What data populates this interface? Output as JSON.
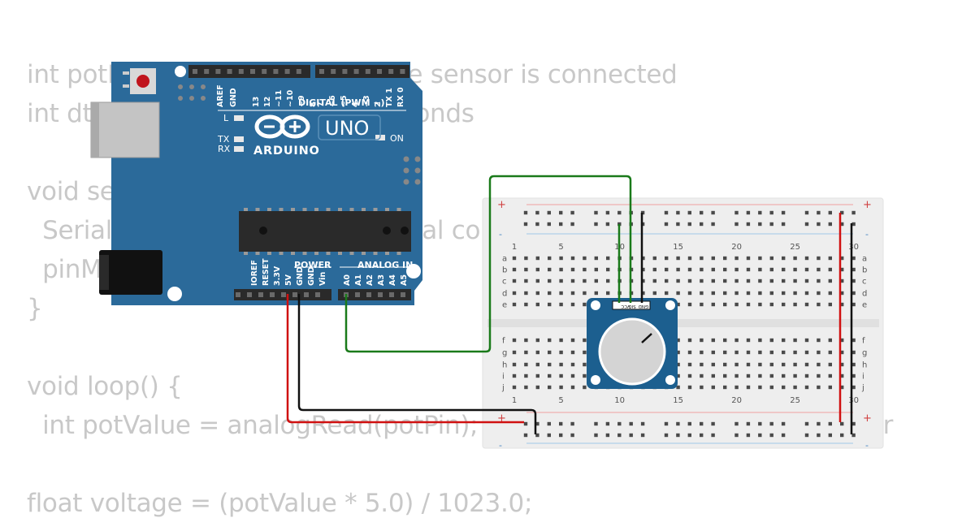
{
  "code": {
    "lines": [
      "int potPin = A0; // Pin where the sensor is connected",
      "int dt = 500; // delay in milliseconds",
      "",
      "void setup() {",
      "  Serial.begin(9600); // start serial communication",
      "  pinMode(potPin, INPUT);",
      "}",
      "",
      "void loop() {",
      "  int potValue = analogRead(potPin); // read the value from the sensor",
      "",
      "float voltage = (potValue * 5.0) / 1023.0;"
    ]
  },
  "arduino": {
    "brand": "ARDUINO",
    "model": "UNO",
    "digital_header": "DIGITAL (PWM ~)",
    "power_header": "POWER",
    "analog_header": "ANALOG IN",
    "led_l": "L",
    "led_tx": "TX",
    "led_rx": "RX",
    "led_on": "ON",
    "top_pins": [
      "AREF",
      "GND",
      "13",
      "12",
      "~11",
      "~10",
      "~9",
      "8",
      "7",
      "~6",
      "~5",
      "4",
      "~3",
      "2",
      "TX 1",
      "RX 0"
    ],
    "power_pins": [
      "IOREF",
      "RESET",
      "3.3V",
      "5V",
      "GND",
      "GND",
      "Vin"
    ],
    "analog_pins": [
      "A0",
      "A1",
      "A2",
      "A3",
      "A4",
      "A5"
    ]
  },
  "breadboard": {
    "col_numbers": [
      "1",
      "5",
      "10",
      "15",
      "20",
      "25",
      "30"
    ],
    "row_letters_top": [
      "a",
      "b",
      "c",
      "d",
      "e"
    ],
    "row_letters_bottom": [
      "f",
      "g",
      "h",
      "i",
      "j"
    ],
    "rail_plus": "+",
    "rail_minus": "-"
  },
  "sensor": {
    "pins": [
      "VCC",
      "SIG",
      "GND"
    ]
  },
  "colors": {
    "board_blue": "#2b6a9a",
    "wire_green": "#1a7a1a",
    "wire_red": "#d01010",
    "wire_black": "#111111",
    "breadboard_bg": "#eeeeee",
    "code_text": "#c8c8c8",
    "module_blue": "#1c5f8f"
  }
}
